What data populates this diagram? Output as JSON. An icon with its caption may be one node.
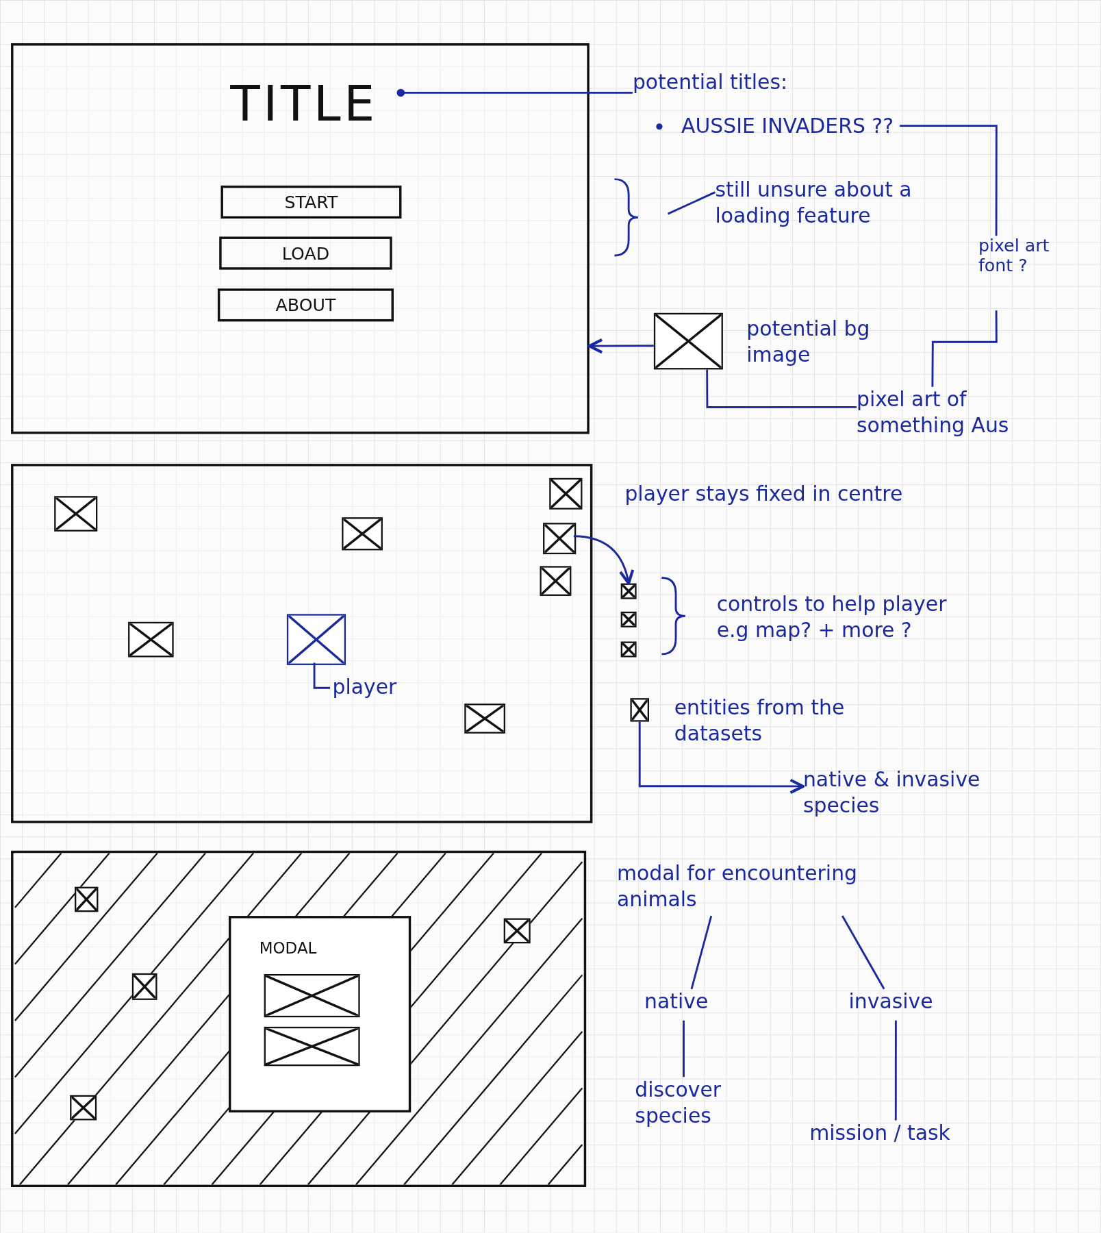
{
  "diagram": {
    "nodes": [
      {
        "text": [],
        "shape": "box"
      },
      {
        "text": [
          "TITLE"
        ],
        "in": 0
      },
      {
        "text": [
          "START"
        ],
        "in": 0
      },
      {
        "text": [
          "LOAD"
        ],
        "in": 0
      },
      {
        "text": [
          "ABOUT"
        ],
        "in": 0
      },
      {
        "text": [
          "potential titles:",
          "AUSSIE INVADERS ??"
        ]
      },
      {
        "text": [
          "pixel art font ?"
        ]
      },
      {
        "text": [],
        "shape": "box",
        "beside": [
          "potential bg image"
        ]
      },
      {
        "text": [
          "pixel art of something Aus"
        ]
      },
      {
        "text": [],
        "shape": "box"
      },
      {
        "text": [],
        "shape": "box",
        "in": 9
      },
      {
        "text": [],
        "shape": "box",
        "in": 9
      },
      {
        "text": [],
        "shape": "box",
        "in": 9
      },
      {
        "text": [],
        "shape": "box",
        "in": 9
      },
      {
        "text": [
          "player"
        ],
        "in": 9
      },
      {
        "text": [],
        "shape": "box",
        "in": 9
      },
      {
        "text": [],
        "shape": "box",
        "in": 9
      },
      {
        "text": [],
        "shape": "box",
        "in": 9
      },
      {
        "text": [],
        "shape": "box",
        "in": 9
      },
      {
        "text": [],
        "shape": "box"
      },
      {
        "text": [],
        "shape": "box"
      },
      {
        "text": [],
        "shape": "box"
      },
      {
        "text": [],
        "shape": "box",
        "beside": [
          "entities from the datasets"
        ]
      },
      {
        "text": [
          "native & invasive species"
        ]
      },
      {
        "text": [],
        "shape": "box"
      },
      {
        "text": [
          "MODAL"
        ],
        "in": 24
      },
      {
        "text": [],
        "shape": "box",
        "in": 25
      },
      {
        "text": [],
        "shape": "box",
        "in": 25
      },
      {
        "text": [],
        "shape": "box",
        "in": 24
      },
      {
        "text": [],
        "shape": "box",
        "in": 24
      },
      {
        "text": [],
        "shape": "box",
        "in": 24
      },
      {
        "text": [],
        "shape": "box",
        "in": 24
      },
      {
        "text": [
          "modal for encountering animals"
        ]
      },
      {
        "text": [
          "native"
        ]
      },
      {
        "text": [
          "invasive"
        ]
      },
      {
        "text": [
          "discover species"
        ]
      },
      {
        "text": [
          "mission / task"
        ]
      },
      {
        "text": [
          "still unsure about a loading feature"
        ]
      }
    ],
    "edges": [
      {
        "from": 5,
        "to": 1,
        "arrow": "other"
      },
      {
        "from": 5,
        "to": 6,
        "arrow": "none"
      },
      {
        "from": 7,
        "to": 0,
        "arrow": "to"
      },
      {
        "from": 7,
        "to": 8,
        "arrow": "none"
      },
      {
        "from": 6,
        "to": 8,
        "arrow": "none"
      },
      {
        "from": 14,
        "to": 13,
        "arrow": "none"
      },
      {
        "from": 17,
        "to": 19,
        "arrow": "to"
      },
      {
        "from": 22,
        "to": 23,
        "arrow": "to"
      },
      {
        "from": 32,
        "to": 33,
        "arrow": "none"
      },
      {
        "from": 32,
        "to": 34,
        "arrow": "none"
      },
      {
        "from": 33,
        "to": 35,
        "arrow": "none"
      },
      {
        "from": 34,
        "to": 36,
        "arrow": "none"
      },
      {
        "from": 37,
        "to": null,
        "arrow": "none"
      }
    ],
    "labels": [
      "player stays fixed in centre",
      "controls to help player e.g map? + more ?"
    ]
  }
}
